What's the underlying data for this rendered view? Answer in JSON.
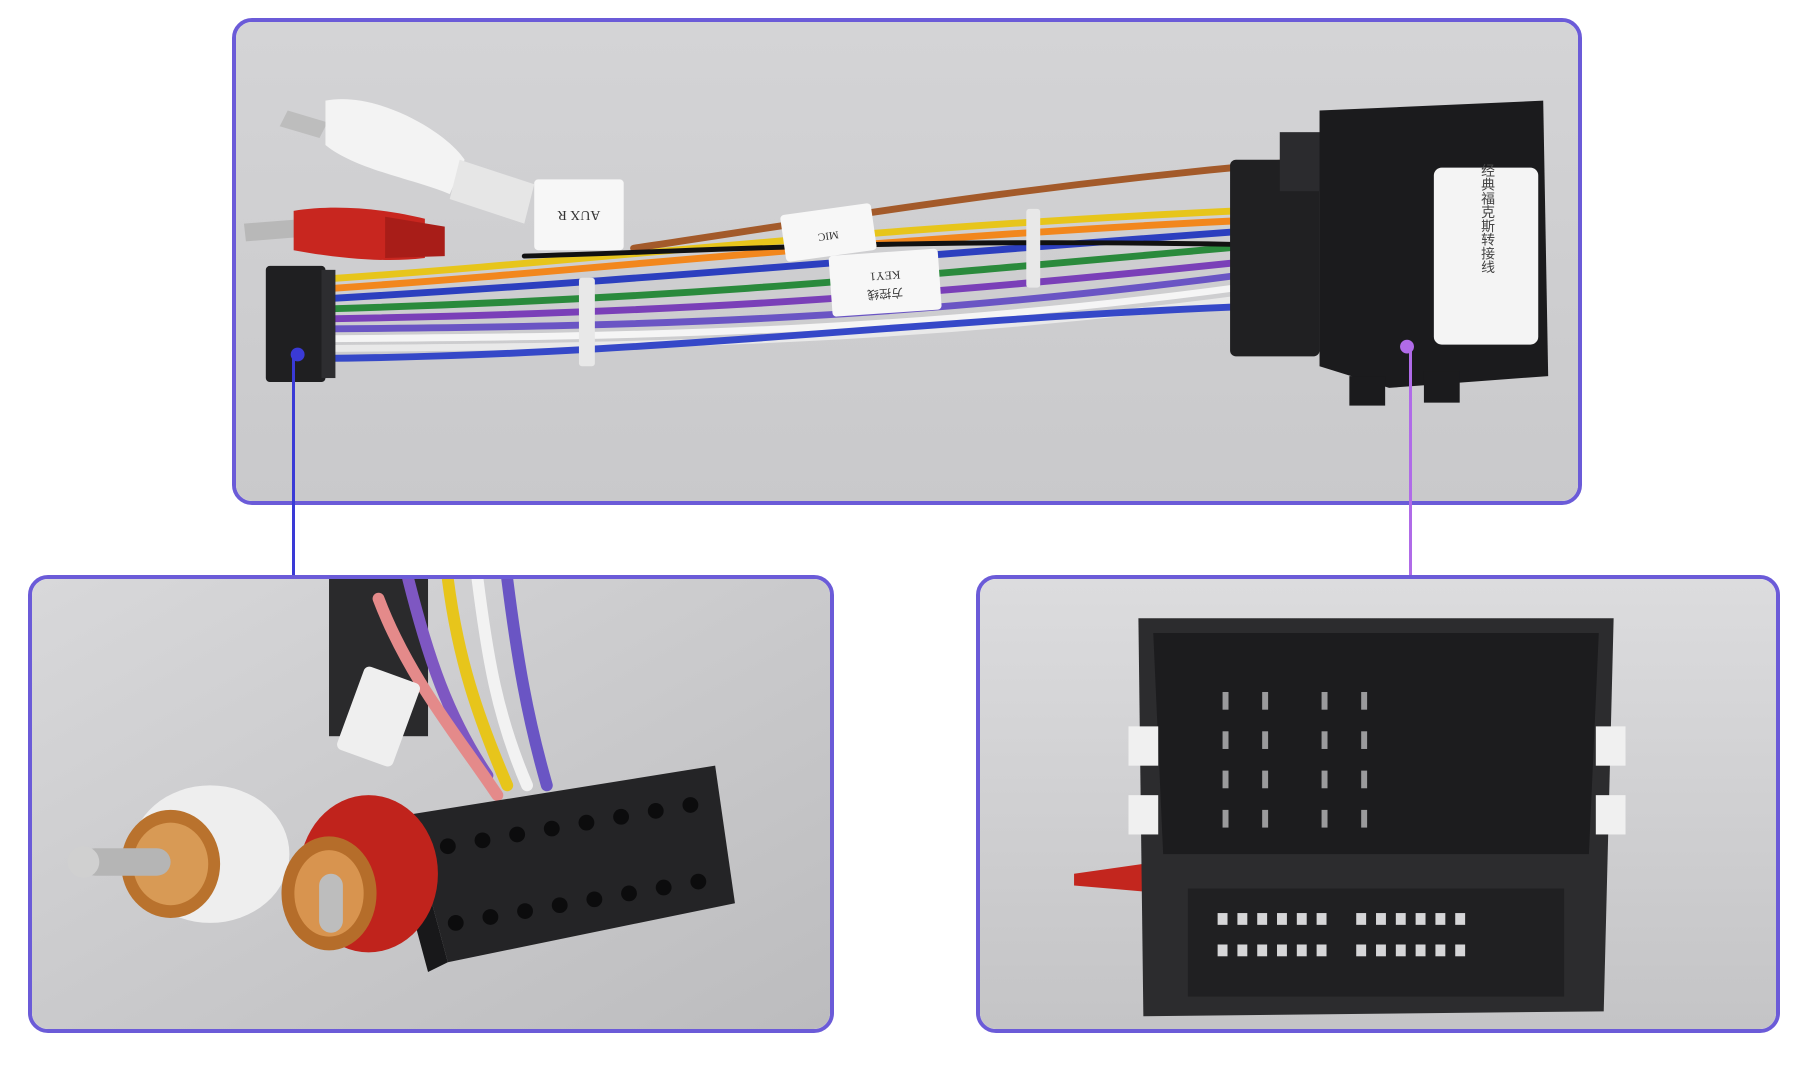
{
  "image": {
    "description_free": true,
    "labels": {
      "aux_label": "AUX R",
      "tag_mic": "MIC",
      "tag_key": "KEY1",
      "tag_key_cn": "方控线",
      "connector_label_cn": "经典福克斯转接线"
    },
    "colors": {
      "frame_blue": "#3a3ad6",
      "frame_purple": "#b06be8",
      "background_gray": "#cfcfd1",
      "connector_black": "#1d1d1f"
    },
    "icons": {
      "rca_plug_white": "rca-plug-white-icon",
      "rca_plug_red": "rca-plug-red-icon"
    }
  }
}
